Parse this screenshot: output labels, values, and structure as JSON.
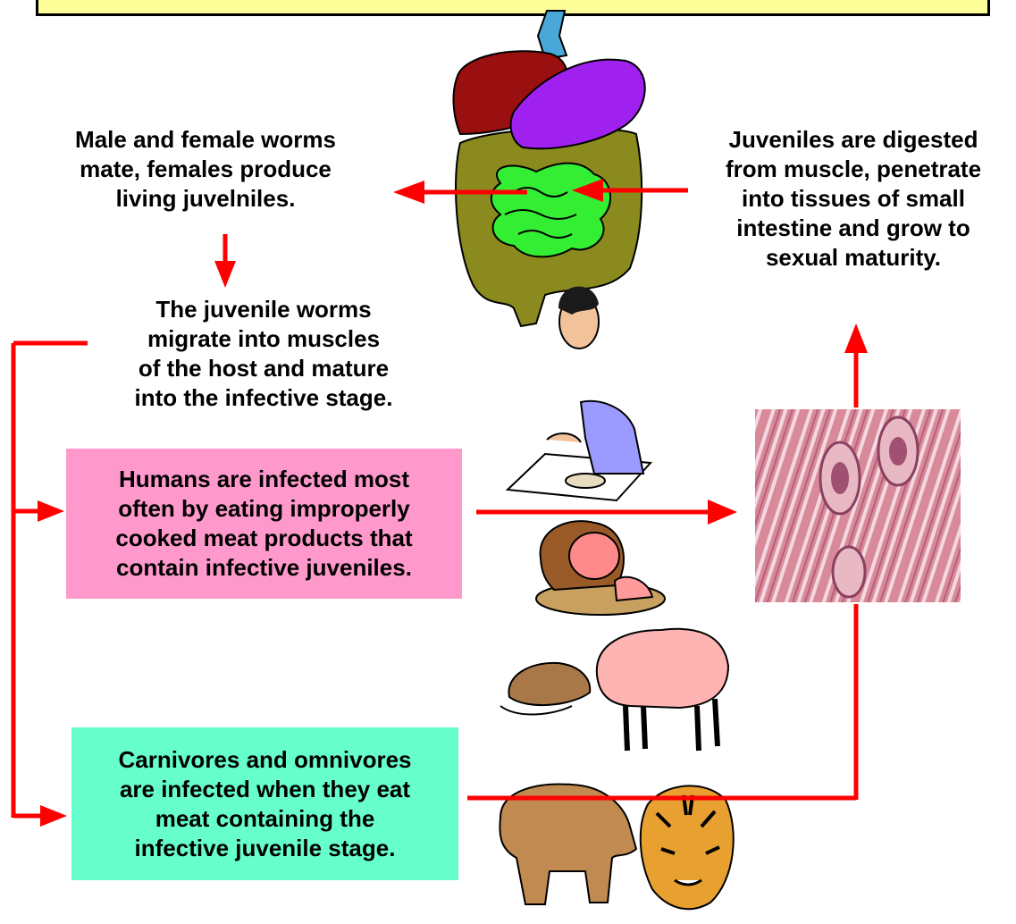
{
  "colors": {
    "arrow": "#ff0000",
    "title_bar": "#ffff99",
    "humans_box": "#ff99cc",
    "carnivores_box": "#66ffcc"
  },
  "texts": {
    "mate": "Male and female worms\nmate, females produce\nliving juvelniles.",
    "juveniles_digested": "Juveniles are digested\nfrom muscle, penetrate\ninto tissues of small\nintestine and grow to\nsexual maturity.",
    "migrate": "The juvenile worms\nmigrate into muscles\nof the host and mature\ninto the infective stage.",
    "humans": "Humans are infected most\noften by eating improperly\ncooked meat products that\ncontain infective juveniles.",
    "carnivores": "Carnivores and omnivores\nare infected when they eat\nmeat containing the\ninfective juvenile stage."
  },
  "icons": [
    "digestive-tract-icon",
    "man-eating-icon",
    "ham-icon",
    "muscle-tissue-image",
    "rat-icon",
    "pig-icon",
    "bear-icon",
    "tiger-icon"
  ]
}
